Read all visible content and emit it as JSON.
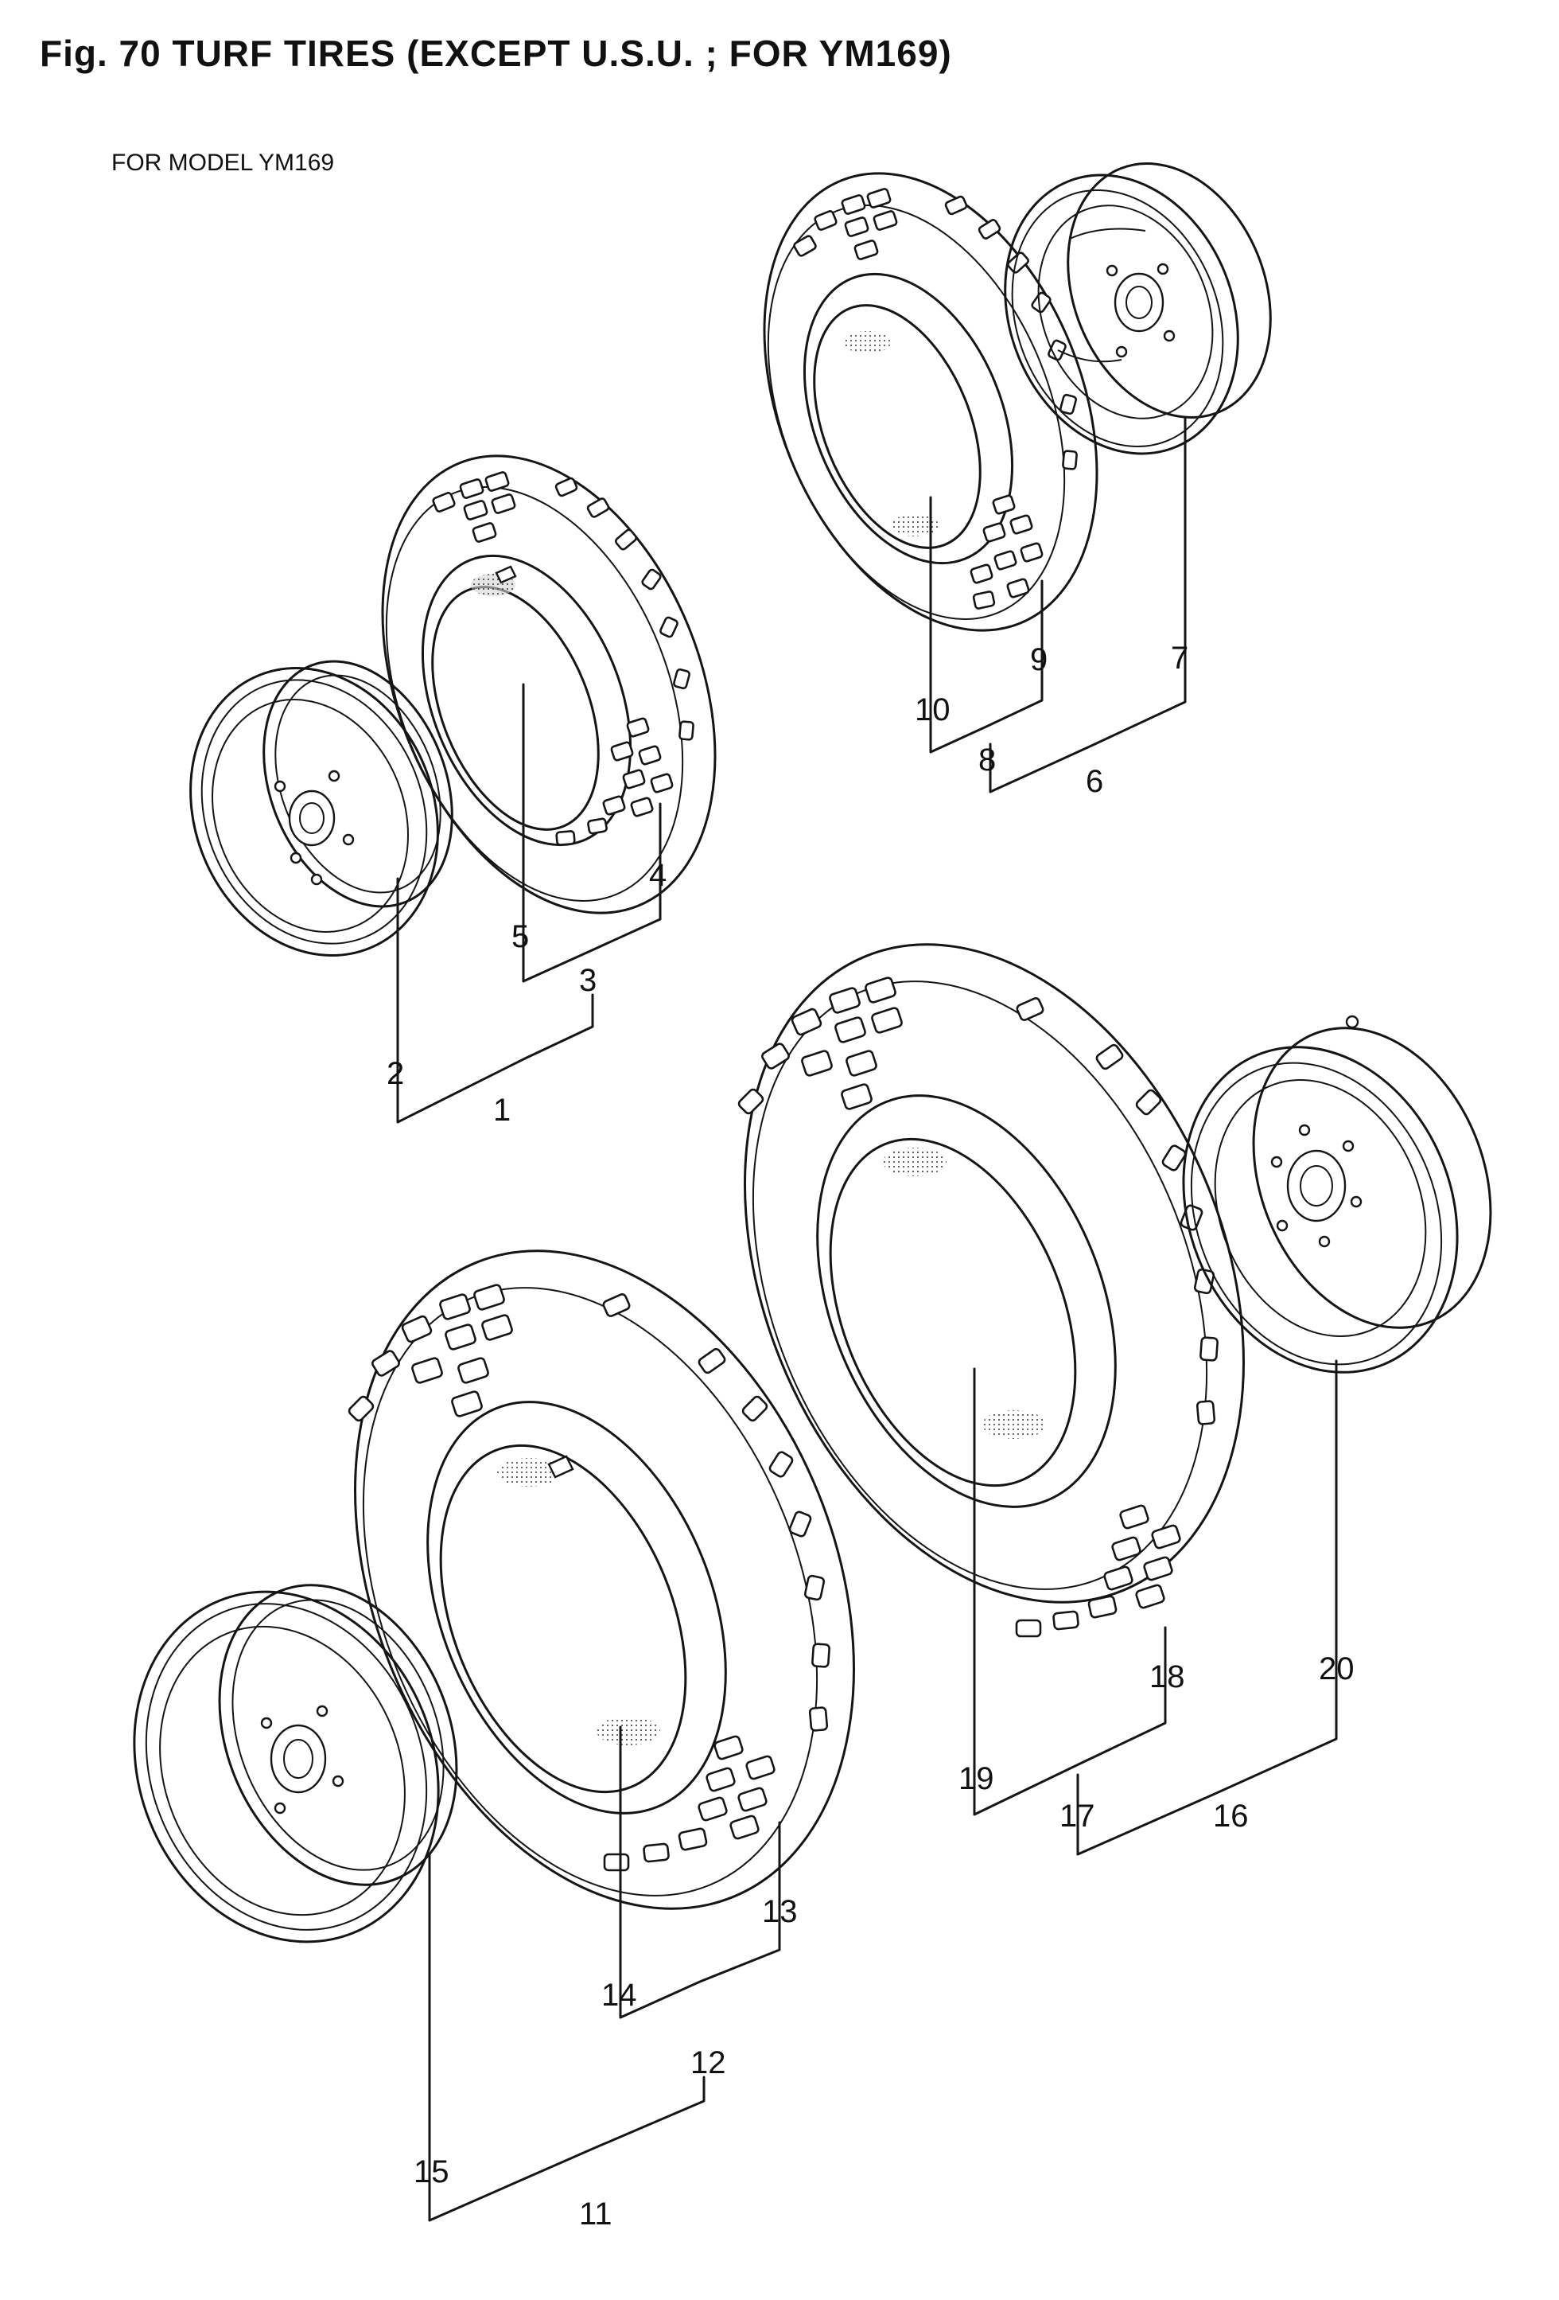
{
  "figure": {
    "title": "Fig. 70   TURF TIRES (EXCEPT U.S.U. ; FOR YM169)",
    "subtitle": "FOR MODEL YM169"
  },
  "callouts": [
    {
      "id": "1",
      "label": "1"
    },
    {
      "id": "2",
      "label": "2"
    },
    {
      "id": "3",
      "label": "3"
    },
    {
      "id": "4",
      "label": "4"
    },
    {
      "id": "5",
      "label": "5"
    },
    {
      "id": "6",
      "label": "6"
    },
    {
      "id": "7",
      "label": "7"
    },
    {
      "id": "8",
      "label": "8"
    },
    {
      "id": "9",
      "label": "9"
    },
    {
      "id": "10",
      "label": "10"
    },
    {
      "id": "11",
      "label": "11"
    },
    {
      "id": "12",
      "label": "12"
    },
    {
      "id": "13",
      "label": "13"
    },
    {
      "id": "14",
      "label": "14"
    },
    {
      "id": "15",
      "label": "15"
    },
    {
      "id": "16",
      "label": "16"
    },
    {
      "id": "17",
      "label": "17"
    },
    {
      "id": "18",
      "label": "18"
    },
    {
      "id": "19",
      "label": "19"
    },
    {
      "id": "20",
      "label": "20"
    }
  ]
}
